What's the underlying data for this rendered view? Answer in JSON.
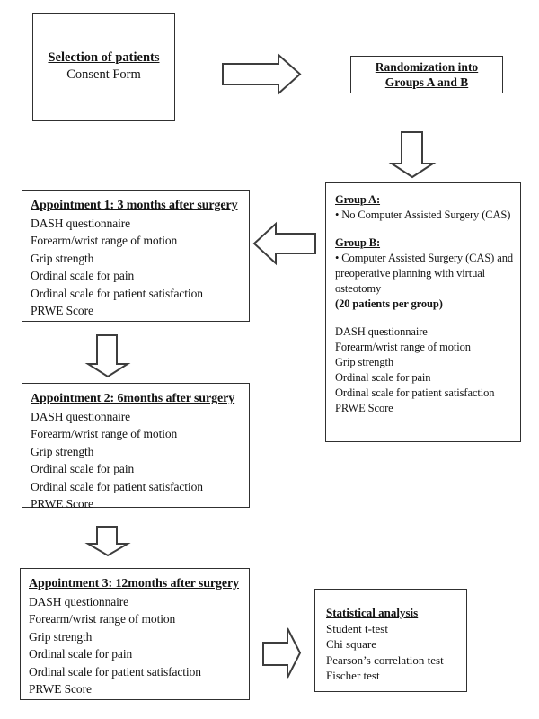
{
  "diagram": {
    "selection": {
      "title": "Selection of patients",
      "subtitle": "Consent Form"
    },
    "randomization": {
      "line1": "Randomization into",
      "line2": "Groups A and B"
    },
    "groups": {
      "group_a_heading": "Group A:",
      "group_a_bullet": "• No Computer Assisted Surgery (CAS)",
      "group_b_heading": "Group B:",
      "group_b_bullet": "• Computer Assisted Surgery (CAS) and preoperative planning with virtual osteotomy",
      "group_note": "(20 patients per group)"
    },
    "measures": [
      "DASH questionnaire",
      "Forearm/wrist range of motion",
      "Grip strength",
      "Ordinal scale for pain",
      "Ordinal scale for patient satisfaction",
      "PRWE Score"
    ],
    "appointment1": {
      "title": "Appointment 1: 3 months after surgery"
    },
    "appointment2": {
      "title": "Appointment 2: 6months after surgery"
    },
    "appointment3": {
      "title": "Appointment 3: 12months after surgery"
    },
    "statistics": {
      "title": "Statistical analysis",
      "items": [
        "Student t-test",
        "Chi square",
        "Pearson’s correlation test",
        "Fischer test"
      ]
    },
    "colors": {
      "background": "#ffffff",
      "text": "#141414",
      "border": "#303030"
    }
  }
}
